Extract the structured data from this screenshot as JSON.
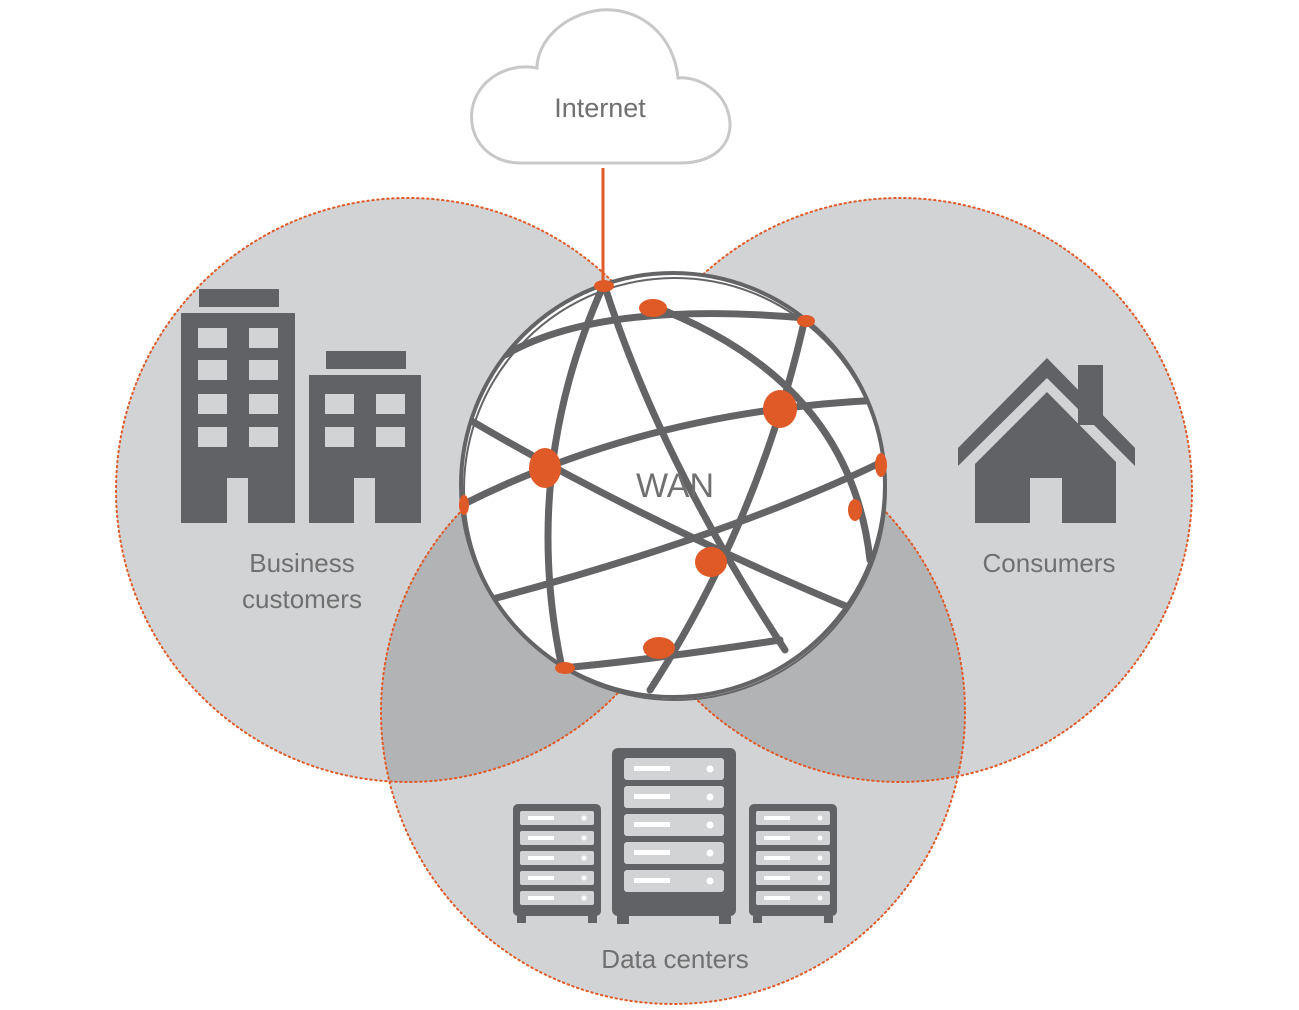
{
  "labels": {
    "internet": "Internet",
    "wan": "WAN",
    "business_line1": "Business",
    "business_line2": "customers",
    "consumers": "Consumers",
    "data_centers": "Data centers"
  },
  "colors": {
    "circle_fill": "#d2d3d5",
    "overlap_fill": "#b1b3b4",
    "dotted_outline": "#e05a28",
    "icon_gray": "#616265",
    "node_orange": "#e05a28",
    "globe_line": "#646466",
    "cloud_outline": "#c8c8c8",
    "text": "#707070"
  },
  "icons": {
    "cloud": "cloud-icon",
    "globe": "globe-network-icon",
    "business": "office-buildings-icon",
    "consumers": "house-icon",
    "data_centers": "server-rack-icon"
  }
}
